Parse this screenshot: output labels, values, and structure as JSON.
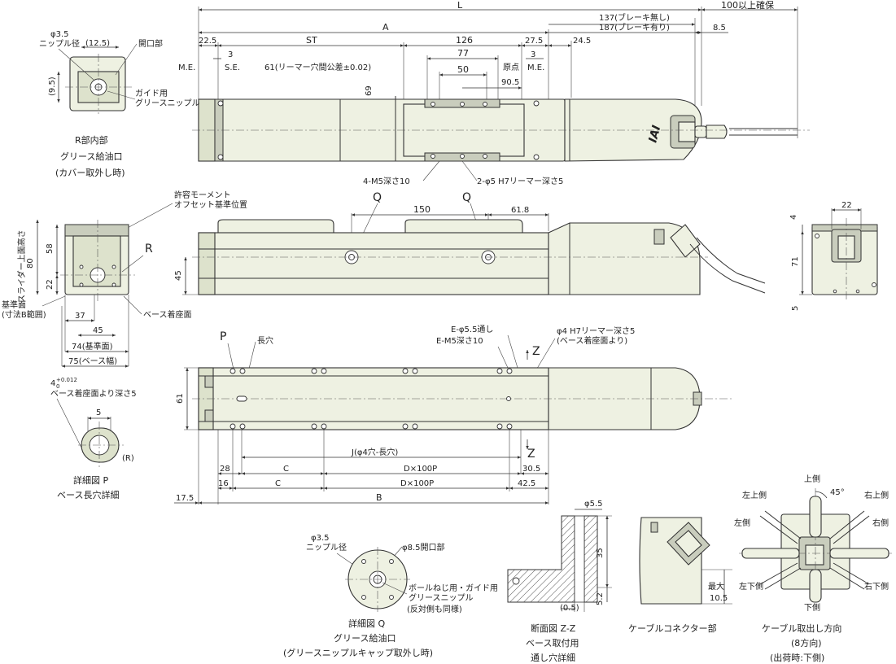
{
  "dims": {
    "L": "L",
    "brake_none": "137(ブレーキ無し)",
    "brake_with": "187(ブレーキ有り)",
    "cable_space": "100以上確保",
    "A": "A",
    "d22_5": "22.5",
    "ST": "ST",
    "d126": "126",
    "d27_5": "27.5",
    "d24_5": "24.5",
    "d8_5": "8.5",
    "d3a": "3",
    "d77": "77",
    "d3b": "3",
    "me_left": "M.E.",
    "se": "S.E.",
    "reamer_pitch": "61(リーマー穴間公差±0.02)",
    "d50": "50",
    "origin": "原点",
    "me_right": "M.E.",
    "d90_5": "90.5",
    "d69": "69",
    "m5_depth": "4-M5深さ10",
    "h7_reamer": "2-φ5 H7リーマー深さ5",
    "q_left": "Q",
    "q_right": "Q",
    "d150": "150",
    "d61_8": "61.8",
    "d45_side": "45",
    "moment_offset_1": "許容モーメント",
    "moment_offset_2": "オフセット基準位置",
    "r_label": "R",
    "d58": "58",
    "d80": "80",
    "d22": "22",
    "slider_top": "スライダー上面高さ",
    "base_ref_1": "基準面",
    "base_ref_2": "(寸法B範囲)",
    "d37": "37",
    "d45_end": "45",
    "d74": "74(基準面)",
    "d75": "75(ベース幅)",
    "base_mount": "ベース着座面",
    "r_inner_phi": "φ3.5",
    "r_inner_nipple": "ニップル径",
    "r_inner_12_5": "(12.5)",
    "r_inner_open": "開口部",
    "r_inner_9_5": "(9.5)",
    "r_inner_guide_1": "ガイド用",
    "r_inner_guide_2": "グリースニップル",
    "r_cap_1": "R部内部",
    "r_cap_2": "グリース給油口",
    "r_cap_3": "(カバー取外し時)",
    "p_label": "P",
    "long_hole": "長穴",
    "e_thru": "E-φ5.5通し",
    "e_m5": "E-M5深さ10",
    "phi4_reamer_1": "φ4 H7リーマー深さ5",
    "phi4_reamer_2": "(ベース着座面より)",
    "z_top": "Z",
    "z_bot": "Z",
    "d61_bottom": "61",
    "j_dim": "J(φ4穴-長穴)",
    "d28": "28",
    "c_top": "C",
    "dx100p_top": "D×100P",
    "d30_5": "30.5",
    "d16": "16",
    "c_bot": "C",
    "dx100p_bot": "D×100P",
    "d42_5": "42.5",
    "d17_5": "17.5",
    "B": "B",
    "p_tol_1": "4",
    "p_tol_sup": "+0.012",
    "p_tol_sub": "0",
    "p_tol_2": "ベース着座面より深さ5",
    "p_5": "5",
    "p_r": "(R)",
    "p_cap_1": "詳細図 P",
    "p_cap_2": "ベース長穴詳細",
    "q_phi35": "φ3.5",
    "q_nipple": "ニップル径",
    "q_phi85": "φ8.5開口部",
    "q_ball_1": "ボールねじ用・ガイド用",
    "q_ball_2": "グリースニップル",
    "q_ball_3": "(反対側も同様)",
    "q_cap_1": "詳細図 Q",
    "q_cap_2": "グリース給油口",
    "q_cap_3": "(グリースニップルキャップ取外し時)",
    "z_phi55": "φ5.5",
    "z_35": "35",
    "z_5_2": "5.2",
    "z_0_5": "(0.5)",
    "z_cap_1": "断面図 Z-Z",
    "z_cap_2": "ベース取付用",
    "z_cap_3": "通し穴詳細",
    "conn_max": "最大",
    "conn_10_5": "10.5",
    "conn_cap": "ケーブルコネクター部",
    "end_22": "22",
    "end_4": "4",
    "end_71": "71",
    "end_5": "5",
    "dir_up": "上側",
    "dir_upleft": "左上側",
    "dir_upright": "右上側",
    "dir_left": "左側",
    "dir_right": "右側",
    "dir_downleft": "左下側",
    "dir_downright": "右下側",
    "dir_down": "下側",
    "dir_45": "45°",
    "dir_cap_1": "ケーブル取出し方向",
    "dir_cap_2": "(8方向)",
    "dir_cap_3": "(出荷時:下側)",
    "logo": "IAI"
  }
}
